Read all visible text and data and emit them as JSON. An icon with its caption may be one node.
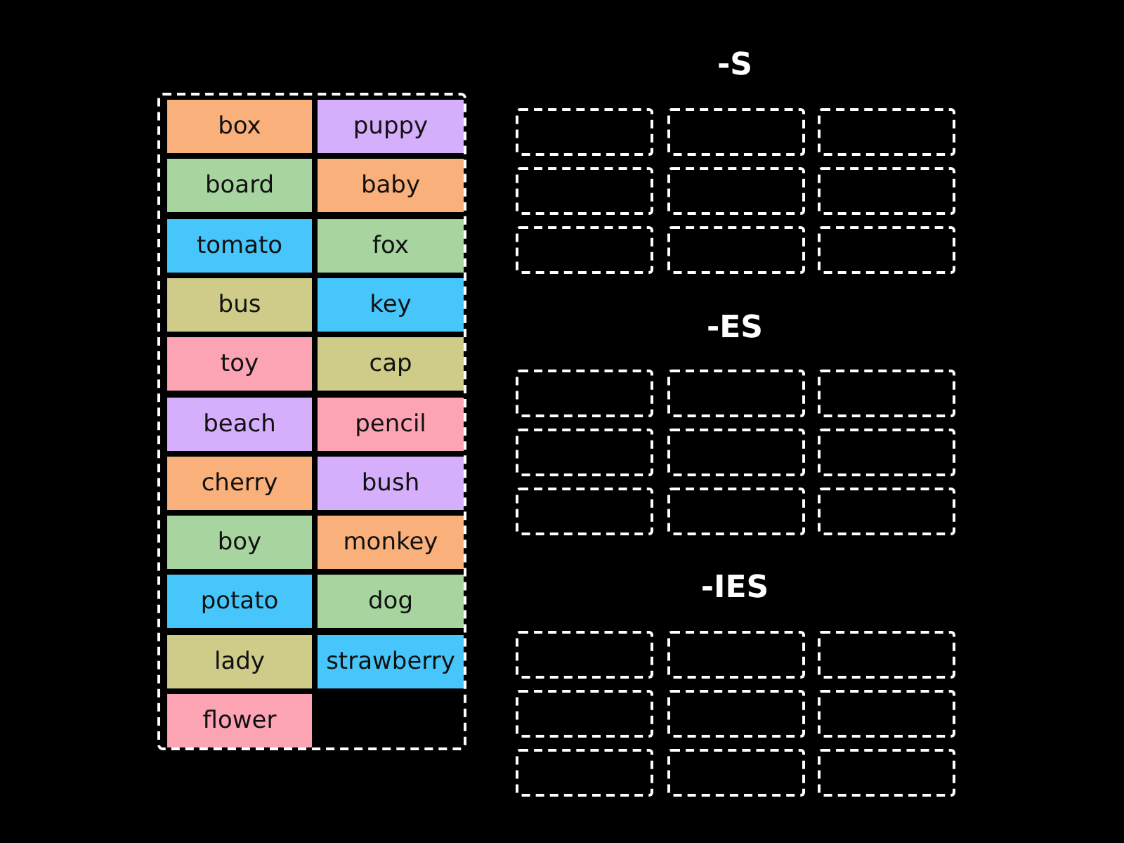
{
  "diagram": {
    "nodes": [
      {
        "text": [],
        "shape": "box"
      },
      {
        "text": [
          "box"
        ],
        "in": 0
      },
      {
        "text": [
          "puppy"
        ],
        "in": 0
      },
      {
        "text": [
          "board"
        ],
        "in": 0
      },
      {
        "text": [
          "baby"
        ],
        "in": 0
      },
      {
        "text": [
          "tomato"
        ],
        "in": 0
      },
      {
        "text": [
          "fox"
        ],
        "in": 0
      },
      {
        "text": [
          "bus"
        ],
        "in": 0
      },
      {
        "text": [
          "key"
        ],
        "in": 0
      },
      {
        "text": [
          "toy"
        ],
        "in": 0
      },
      {
        "text": [
          "cap"
        ],
        "in": 0
      },
      {
        "text": [
          "beach"
        ],
        "in": 0
      },
      {
        "text": [
          "pencil"
        ],
        "in": 0
      },
      {
        "text": [
          "cherry"
        ],
        "in": 0
      },
      {
        "text": [
          "bush"
        ],
        "in": 0
      },
      {
        "text": [
          "boy"
        ],
        "in": 0
      },
      {
        "text": [
          "monkey"
        ],
        "in": 0
      },
      {
        "text": [
          "potato"
        ],
        "in": 0
      },
      {
        "text": [
          "dog"
        ],
        "in": 0
      },
      {
        "text": [
          "lady"
        ],
        "in": 0
      },
      {
        "text": [
          "strawberry"
        ],
        "in": 0
      },
      {
        "text": [
          "flower"
        ],
        "in": 0
      },
      {
        "text": [],
        "shape": "box"
      },
      {
        "text": [],
        "shape": "box"
      },
      {
        "text": [],
        "shape": "box"
      },
      {
        "text": [],
        "shape": "box"
      },
      {
        "text": [],
        "shape": "box"
      },
      {
        "text": [],
        "shape": "box"
      },
      {
        "text": [],
        "shape": "box"
      },
      {
        "text": [],
        "shape": "box"
      },
      {
        "text": [],
        "shape": "box"
      },
      {
        "text": [],
        "shape": "box"
      },
      {
        "text": [],
        "shape": "box"
      },
      {
        "text": [],
        "shape": "box"
      },
      {
        "text": [],
        "shape": "box"
      },
      {
        "text": [],
        "shape": "box"
      },
      {
        "text": [],
        "shape": "box"
      },
      {
        "text": [],
        "shape": "box"
      },
      {
        "text": [],
        "shape": "box"
      },
      {
        "text": [],
        "shape": "box"
      },
      {
        "text": [],
        "shape": "box"
      },
      {
        "text": [],
        "shape": "box"
      },
      {
        "text": [],
        "shape": "box"
      },
      {
        "text": [],
        "shape": "box"
      },
      {
        "text": [],
        "shape": "box"
      },
      {
        "text": [],
        "shape": "box"
      },
      {
        "text": [],
        "shape": "box"
      },
      {
        "text": [],
        "shape": "box"
      },
      {
        "text": [],
        "shape": "box"
      }
    ],
    "labels": [
      "-S",
      "-ES",
      "-IES"
    ]
  }
}
